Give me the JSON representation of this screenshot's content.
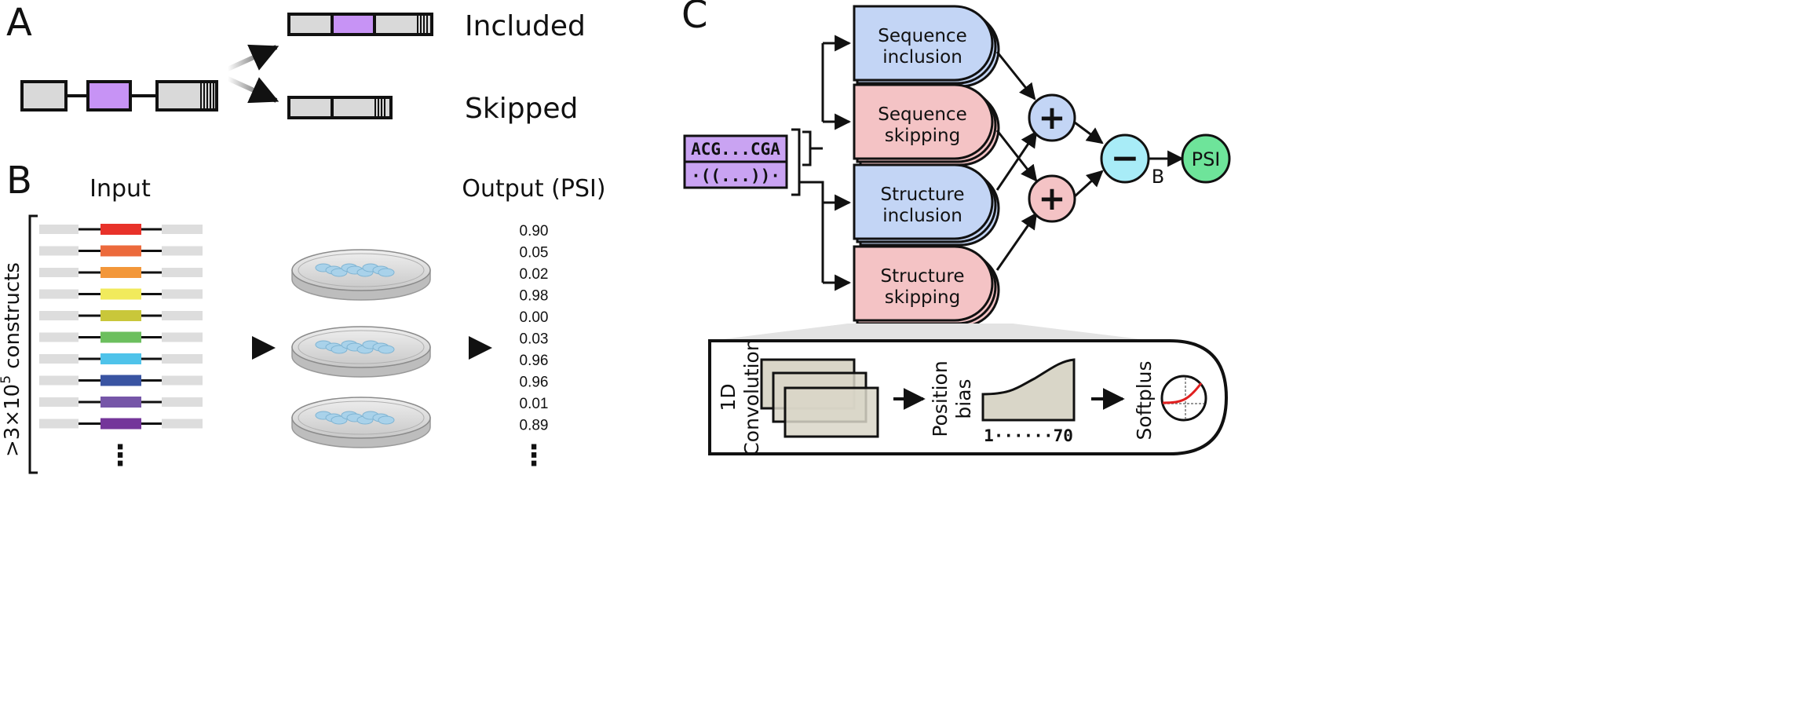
{
  "panel_a": {
    "label": "A",
    "included_label": "Included",
    "skipped_label": "Skipped"
  },
  "panel_b": {
    "label": "B",
    "input_header": "Input",
    "output_header": "Output (PSI)",
    "constructs_label_prefix": ">3×10",
    "constructs_label_exp": "5",
    "constructs_label_suffix": " constructs",
    "rows": [
      {
        "color": "#e8322a",
        "psi": "0.90"
      },
      {
        "color": "#ec6a3c",
        "psi": "0.05"
      },
      {
        "color": "#f3973a",
        "psi": "0.02"
      },
      {
        "color": "#f1ea5c",
        "psi": "0.98"
      },
      {
        "color": "#c9c73a",
        "psi": "0.00"
      },
      {
        "color": "#6cbf5e",
        "psi": "0.03"
      },
      {
        "color": "#4fc3ea",
        "psi": "0.96"
      },
      {
        "color": "#3954a2",
        "psi": "0.96"
      },
      {
        "color": "#7656a8",
        "psi": "0.01"
      },
      {
        "color": "#74359a",
        "psi": "0.89"
      }
    ],
    "ellipsis": "⋮"
  },
  "panel_c": {
    "label": "C",
    "input_sequence": "ACG...CGA",
    "input_structure": "·((...))·",
    "modules": [
      {
        "line1": "Sequence",
        "line2": "inclusion",
        "color": "#c3d5f5"
      },
      {
        "line1": "Sequence",
        "line2": "skipping",
        "color": "#f4c3c5"
      },
      {
        "line1": "Structure",
        "line2": "inclusion",
        "color": "#c3d5f5"
      },
      {
        "line1": "Structure",
        "line2": "skipping",
        "color": "#f4c3c5"
      }
    ],
    "plus_symbol": "+",
    "minus_symbol": "−",
    "bias_label": "B",
    "output_label": "PSI",
    "detail": {
      "conv_line1": "1D",
      "conv_line2": "Convolution",
      "bias_line1": "Position",
      "bias_line2": "bias",
      "bias_axis": "1······70",
      "softplus_label": "Softplus"
    }
  },
  "colors": {
    "exon_gray": "#d9d9d9",
    "alt_exon_purple": "#c793f5",
    "inclusion_blue": "#c3d5f5",
    "skipping_pink": "#f4c3c5",
    "minus_cyan": "#a8ecf7",
    "psi_green": "#6ee49a",
    "input_purple": "#c9a3f2"
  }
}
